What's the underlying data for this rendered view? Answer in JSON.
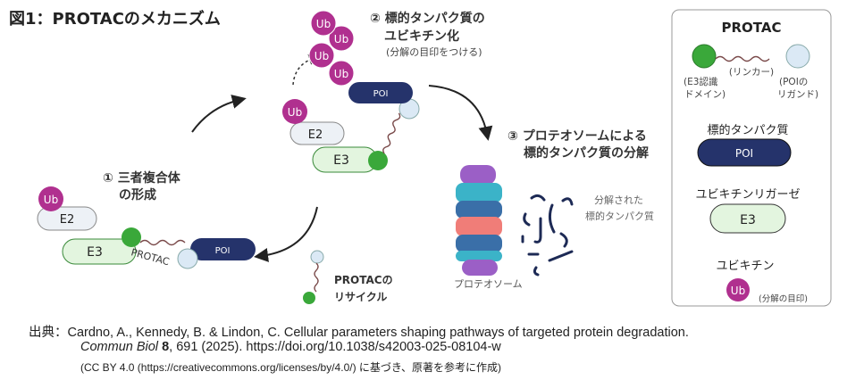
{
  "title": "図1：PROTACのメカニズム",
  "step1": {
    "line1": "① 三者複合体",
    "line2": "の形成"
  },
  "step2": {
    "line1": "② 標的タンパク質の",
    "line2": "ユビキチン化",
    "line3": "(分解の目印をつける)"
  },
  "step3": {
    "line1": "③ プロテオソームによる",
    "line2": "標的タンパク質の分解"
  },
  "labels": {
    "ub": "Ub",
    "e2": "E2",
    "e3": "E3",
    "poi": "POI",
    "protac": "PROTAC",
    "proteasome": "プロテオソーム",
    "degraded1": "分解された",
    "degraded2": "標的タンパク質",
    "recycle1": "PROTACの",
    "recycle2": "リサイクル"
  },
  "legend": {
    "title": "PROTAC",
    "linker": "(リンカー)",
    "e3_domain1": "(E3認識",
    "e3_domain2": "ドメイン)",
    "poi_ligand1": "(POIの",
    "poi_ligand2": "リガンド)",
    "target_protein": "標的タンパク質",
    "poi": "POI",
    "ligase": "ユビキチンリガーゼ",
    "e3": "E3",
    "ubiquitin": "ユビキチン",
    "ub": "Ub",
    "ub_note": "(分解の目印)"
  },
  "citation": {
    "prefix": "出典：",
    "line1": "Cardno, A., Kennedy, B. & Lindon, C. Cellular parameters shaping pathways of targeted protein degradation.",
    "journal": "Commun Biol",
    "volume": "8",
    "rest": ", 691 (2025). https://doi.org/10.1038/s42003-025-08104-w",
    "license": "(CC BY 4.0 (https://creativecommons.org/licenses/by/4.0/) に基づき、原著を参考に作成)"
  },
  "colors": {
    "ub": "#b0308f",
    "poi": "#25336b",
    "e3": "#e3f5df",
    "e2": "#edf1f6",
    "green": "#3aa83a",
    "ligand": "#dbe9f5"
  }
}
